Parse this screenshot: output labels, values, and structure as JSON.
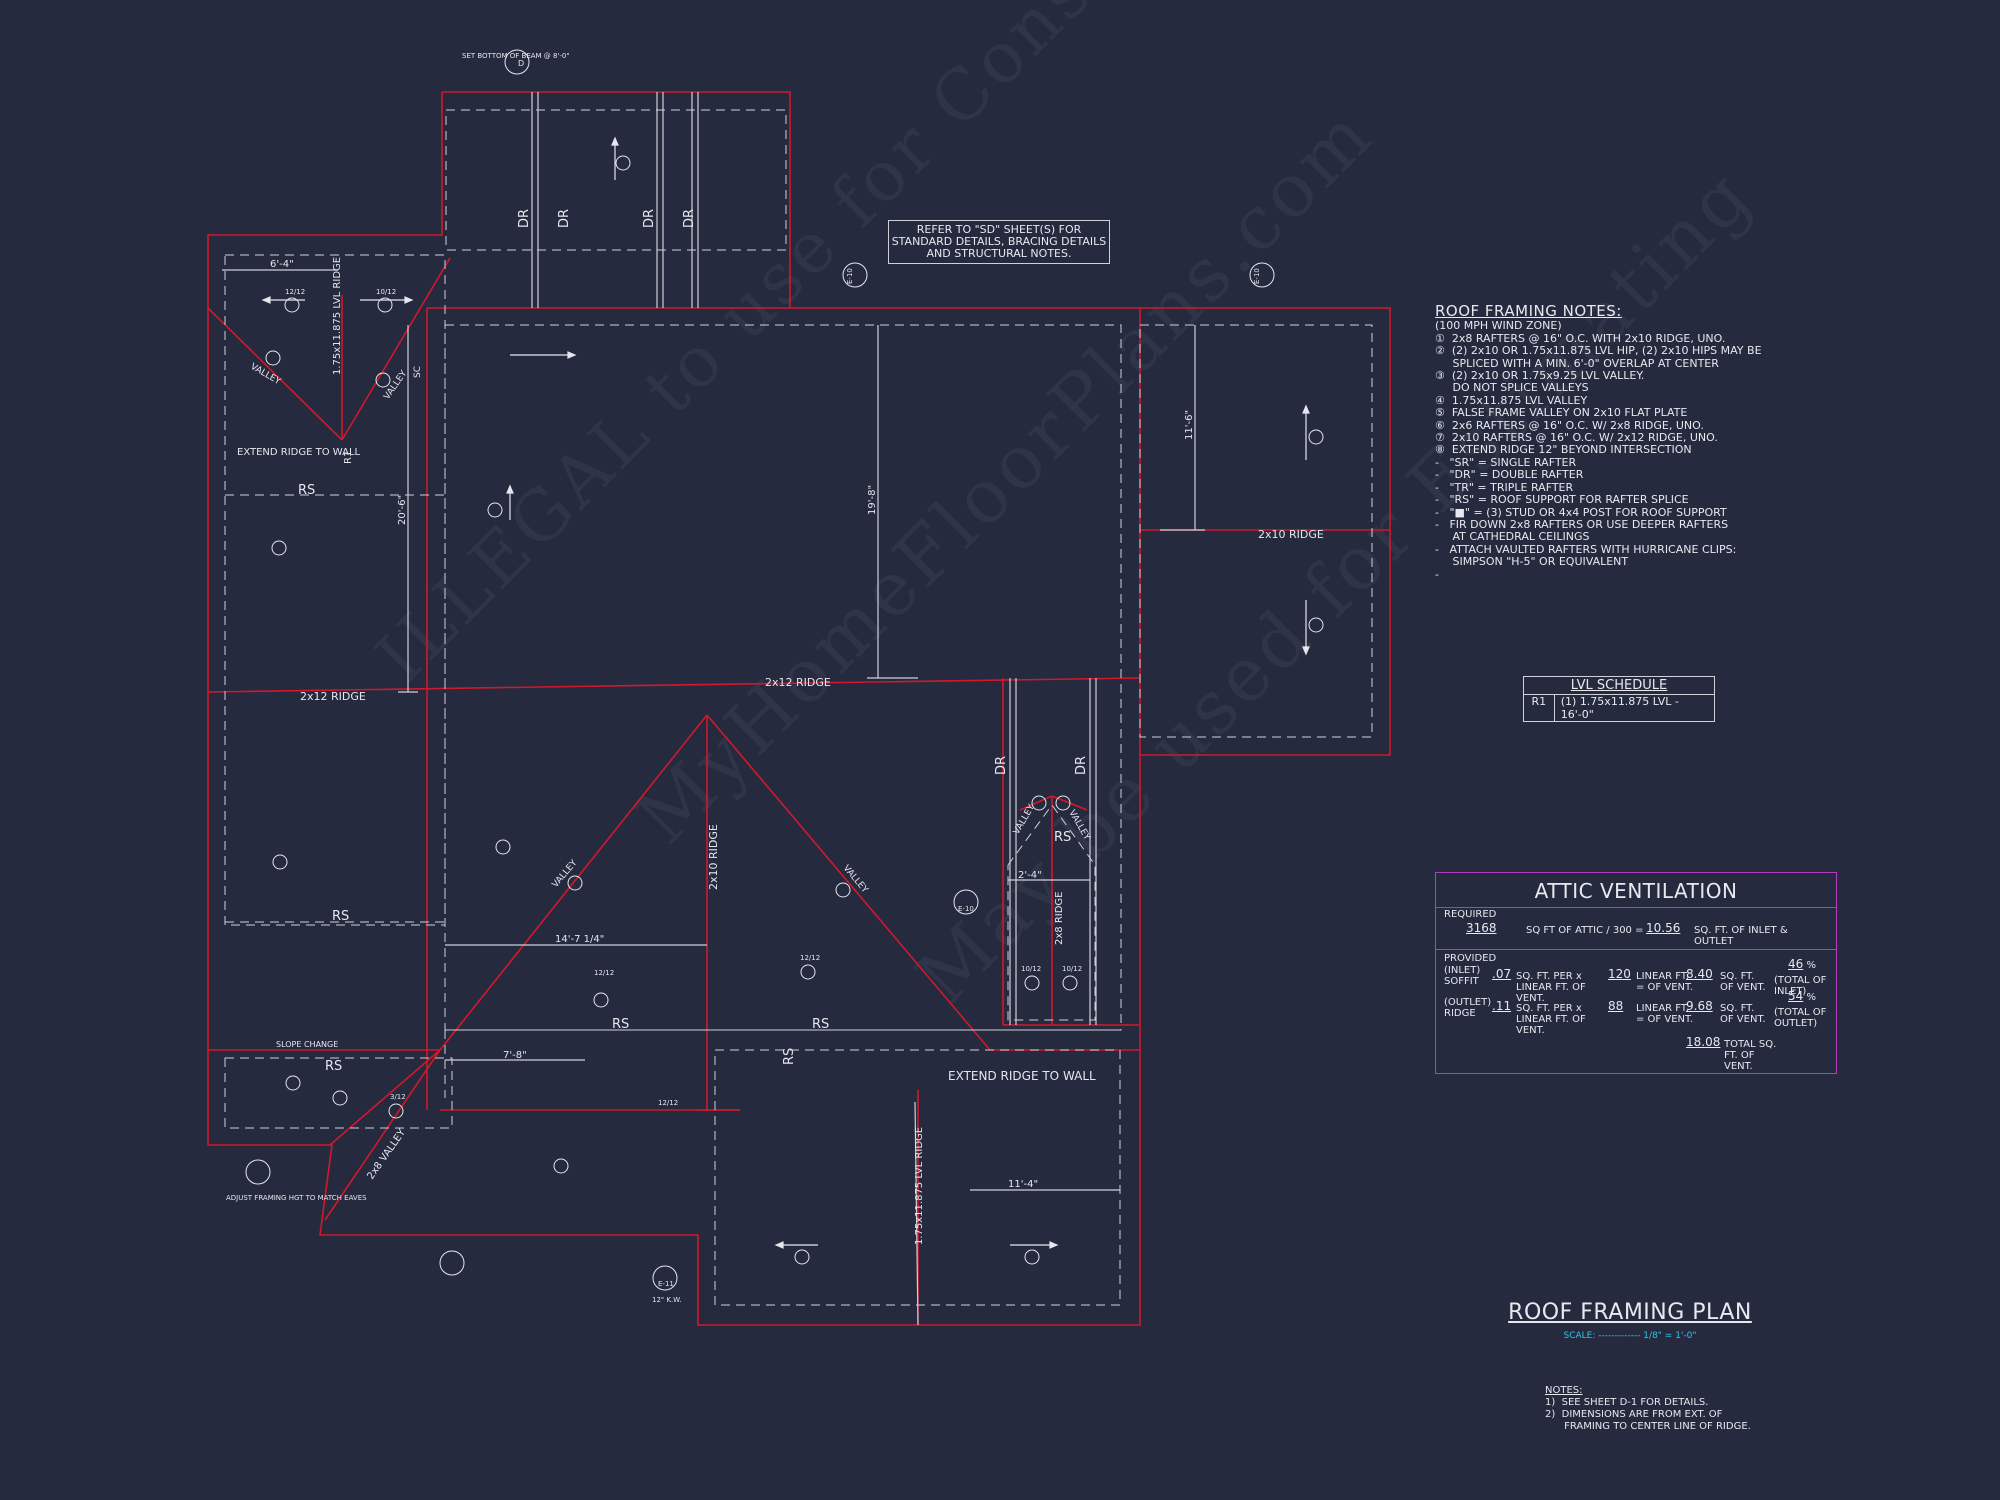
{
  "colors": {
    "background": "#252a3e",
    "wall": "#d2182b",
    "line": "#e6e6ee",
    "accent_purple": "#b03cc0",
    "scale_cyan": "#33c3e8"
  },
  "watermark": [
    "ILLEGAL to use for Construction",
    "MyHomeFloorPlans.com",
    "May be used for Estimating"
  ],
  "reference_note": "REFER TO \"SD\" SHEET(S) FOR STANDARD DETAILS, BRACING DETAILS AND STRUCTURAL NOTES.",
  "plan_labels": {
    "set_bottom": "SET BOTTOM OF BEAM @ 8'-0\"",
    "dr": "DR",
    "rs": "RS",
    "ridge_2x12": "2x12 RIDGE",
    "ridge_2x10": "2x10 RIDGE",
    "ridge_2x8": "2x8 RIDGE",
    "lvl_ridge": "1.75x11.875 LVL RIDGE",
    "valley": "VALLEY",
    "valley_2x8": "2x8 VALLEY",
    "extend_ridge_wall": "EXTEND RIDGE TO WALL",
    "slope_change": "SLOPE CHANGE",
    "adjust_framing": "ADJUST FRAMING HGT TO MATCH EAVES",
    "r1": "R1",
    "sc": "SC",
    "dim_6_4": "6'-4\"",
    "dim_20_6": "20'-6\"",
    "dim_19_8": "19'-8\"",
    "dim_11_6": "11'-6\"",
    "dim_14_7": "14'-7 1/4\"",
    "dim_7_8": "7'-8\"",
    "dim_2_4": "2'-4\"",
    "dim_11_4": "11'-4\"",
    "pitch_12_12": "12/12",
    "pitch_10_12": "10/12",
    "pitch_3_12": "3/12",
    "pitch_12_12b": "12/12",
    "callout_d": "D",
    "callout_e10": "E-10",
    "callout_e11": "E-11",
    "callout_12kw": "12\" K.W."
  },
  "roof_notes": {
    "title": "ROOF FRAMING NOTES:",
    "lines": [
      "(100 MPH WIND ZONE)",
      "①  2x8 RAFTERS @ 16\" O.C. WITH 2x10 RIDGE, UNO.",
      "②  (2) 2x10 OR 1.75x11.875 LVL HIP, (2) 2x10 HIPS MAY BE",
      "     SPLICED WITH A MIN. 6'-0\" OVERLAP AT CENTER",
      "③  (2) 2x10 OR 1.75x9.25 LVL VALLEY.",
      "     DO NOT SPLICE VALLEYS",
      "④  1.75x11.875 LVL VALLEY",
      "⑤  FALSE FRAME VALLEY ON 2x10 FLAT PLATE",
      "⑥  2x6 RAFTERS @ 16\" O.C. W/ 2x8 RIDGE, UNO.",
      "⑦  2x10 RAFTERS @ 16\" O.C. W/ 2x12 RIDGE, UNO.",
      "⑧  EXTEND RIDGE 12\" BEYOND INTERSECTION",
      "-   \"SR\" = SINGLE RAFTER",
      "-   \"DR\" = DOUBLE RAFTER",
      "-   \"TR\" = TRIPLE RAFTER",
      "-   \"RS\" = ROOF SUPPORT FOR RAFTER SPLICE",
      "-   \"■\" = (3) STUD OR 4x4 POST FOR ROOF SUPPORT",
      "-   FIR DOWN 2x8 RAFTERS OR USE DEEPER RAFTERS",
      "     AT CATHEDRAL CEILINGS",
      "-   ATTACH VAULTED RAFTERS WITH HURRICANE CLIPS:",
      "     SIMPSON \"H-5\" OR EQUIVALENT",
      "-"
    ]
  },
  "lvl_schedule": {
    "title": "LVL SCHEDULE",
    "mark": "R1",
    "desc": "(1) 1.75x11.875 LVL - 16'-0\""
  },
  "attic": {
    "title": "ATTIC VENTILATION",
    "required_label": "REQUIRED",
    "attic_sqft": "3168",
    "required_text": "SQ FT OF ATTIC / 300 =",
    "required_value": "10.56",
    "required_unit": "SQ. FT. OF INLET & OUTLET",
    "provided_label": "PROVIDED",
    "soffit_label": "(INLET) SOFFIT",
    "soffit_per": ".07",
    "soffit_lf": "120",
    "soffit_total": "8.40",
    "soffit_pct": "46",
    "ridge_label": "(OUTLET) RIDGE",
    "ridge_per": ".11",
    "ridge_lf": "88",
    "ridge_total": "9.68",
    "ridge_pct": "54",
    "per_text": "SQ. FT. PER x LINEAR FT. OF VENT.",
    "lf_text": "LINEAR FT. = OF VENT.",
    "sqft_text": "SQ. FT. OF VENT.",
    "inlet_pct_text": "(TOTAL OF INLET)",
    "outlet_pct_text": "(TOTAL OF OUTLET)",
    "total_value": "18.08",
    "total_text": "TOTAL SQ. FT. OF VENT."
  },
  "plan_title": "ROOF FRAMING PLAN",
  "scale": "SCALE: ------------- 1/8\" = 1'-0\"",
  "notes": {
    "title": "NOTES:",
    "lines": [
      "1)  SEE SHEET D-1 FOR DETAILS.",
      "2)  DIMENSIONS ARE FROM EXT. OF",
      "      FRAMING TO CENTER LINE OF RIDGE."
    ]
  }
}
